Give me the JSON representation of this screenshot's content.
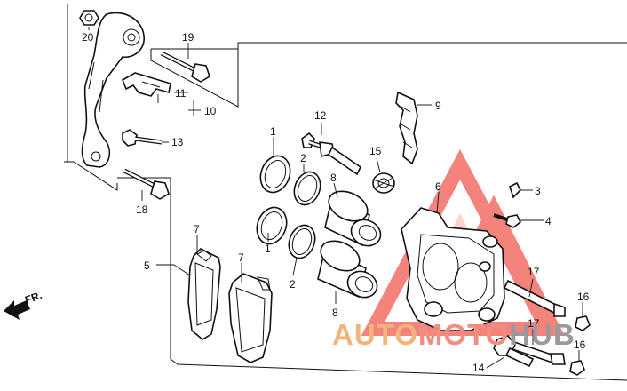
{
  "callouts": {
    "n1a": "1",
    "n1b": "1",
    "n2a": "2",
    "n2b": "2",
    "n3": "3",
    "n4": "4",
    "n5": "5",
    "n6": "6",
    "n7a": "7",
    "n7b": "7",
    "n8a": "8",
    "n8b": "8",
    "n9": "9",
    "n10": "10",
    "n11": "11",
    "n12": "12",
    "n13": "13",
    "n14": "14",
    "n15": "15",
    "n16a": "16",
    "n16b": "16",
    "n17a": "17",
    "n17b": "17",
    "n18": "18",
    "n19": "19",
    "n20": "20"
  },
  "direction_label": "FR.",
  "watermark": {
    "word_a": "AUTO",
    "word_b": "MOTO",
    "word_c": "HUB",
    "color_a": "#f3b37a",
    "color_b": "#f08f7f",
    "color_c": "#9a9a9a",
    "triangle_color": "#f05a4f"
  }
}
